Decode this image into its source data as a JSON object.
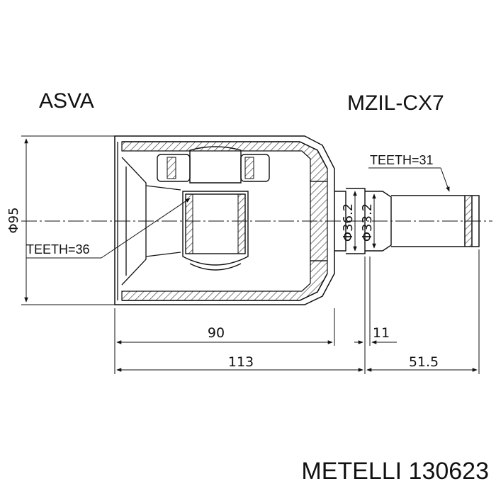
{
  "brand": "ASVA",
  "model": "MZIL-CX7",
  "footer": "METELLI 130623",
  "labels": {
    "teeth_outer": "TEETH=31",
    "teeth_inner": "TEETH=36"
  },
  "dimensions": {
    "diameter_body": "Φ95",
    "diameter_seal": "Φ36.2",
    "diameter_shaft": "Φ33.2",
    "length_cup": "90",
    "length_total": "113",
    "length_stub": "51.5",
    "length_shoulder": "11"
  },
  "colors": {
    "line": "#111111",
    "hatch": "#444444",
    "background": "#ffffff"
  }
}
